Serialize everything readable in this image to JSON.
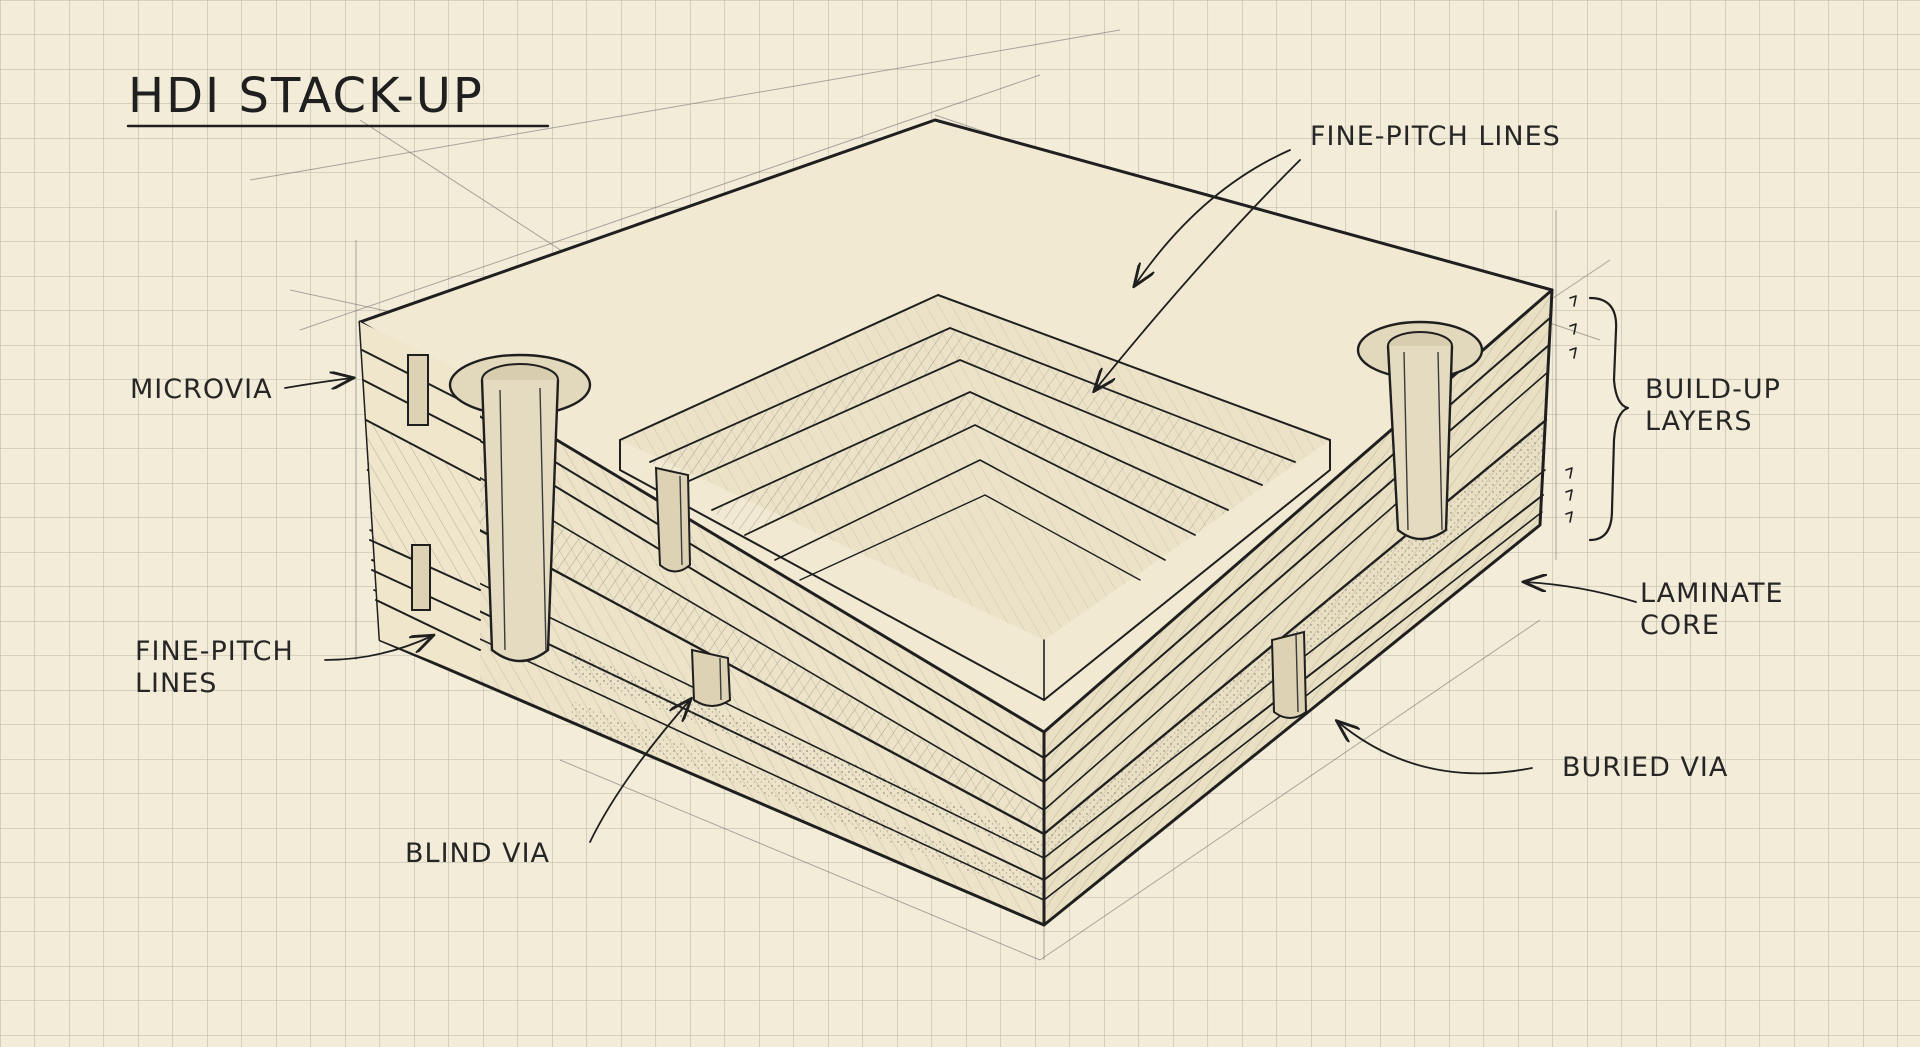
{
  "title": "HDI STACK-UP",
  "labels": {
    "microvia": "MICROVIA",
    "fine_pitch_top": "FINE-PITCH LINES",
    "fine_pitch_left_1": "FINE-PITCH",
    "fine_pitch_left_2": "LINES",
    "build_up_1": "BUILD-UP",
    "build_up_2": "LAYERS",
    "laminate_1": "LAMINATE",
    "laminate_2": "CORE",
    "buried_via": "BURIED VIA",
    "blind_via": "BLIND VIA"
  },
  "colors": {
    "paper": "#f3ecd8",
    "grid": "#b9b6a6",
    "ink": "#1f1f1f"
  }
}
